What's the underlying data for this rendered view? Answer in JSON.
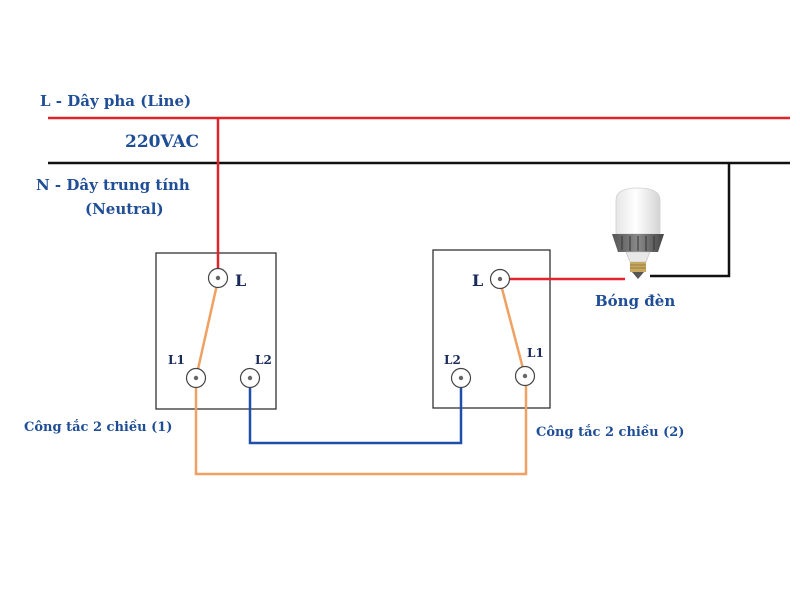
{
  "labels": {
    "line": "L - Dây pha (Line)",
    "voltage": "220VAC",
    "neutral_1": "N - Dây trung tính",
    "neutral_2": "(Neutral)",
    "bulb": "Bóng đèn",
    "switch1_caption": "Công tắc 2 chiều (1)",
    "switch2_caption": "Công tắc 2 chiều (2)"
  },
  "switch1": {
    "common": "L",
    "t1": "L1",
    "t2": "L2"
  },
  "switch2": {
    "common": "L",
    "t1": "L2",
    "t2": "L1"
  },
  "colors": {
    "line_wire": "#e0242c",
    "neutral_wire": "#111111",
    "traveler_orange": "#f0a060",
    "traveler_blue": "#1f4fa8",
    "label_blue": "#1f4e96"
  }
}
